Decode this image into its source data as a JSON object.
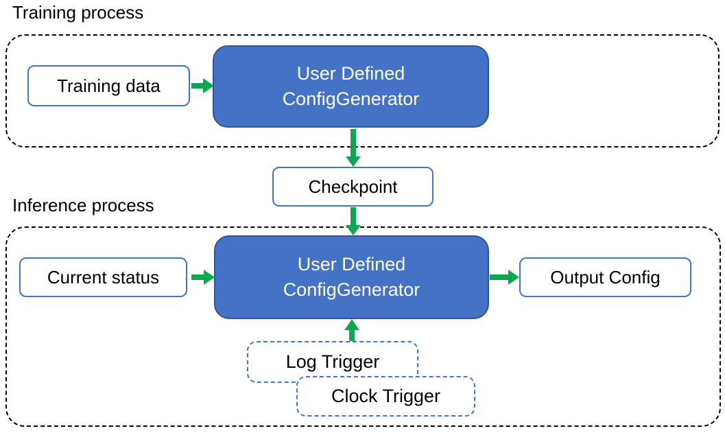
{
  "training": {
    "label": "Training process",
    "input": "Training data",
    "generator": {
      "line1": "User Defined",
      "line2": "ConfigGenerator"
    }
  },
  "checkpoint": {
    "label": "Checkpoint"
  },
  "inference": {
    "label": "Inference process",
    "input": "Current status",
    "generator": {
      "line1": "User Defined",
      "line2": "ConfigGenerator"
    },
    "output": "Output Config",
    "triggers": {
      "log": "Log Trigger",
      "clock": "Clock Trigger"
    }
  },
  "connections": [
    {
      "from": "training-data-box",
      "to": "training-generator-box"
    },
    {
      "from": "training-generator-box",
      "to": "checkpoint-box"
    },
    {
      "from": "checkpoint-box",
      "to": "inference-generator-box"
    },
    {
      "from": "current-status-box",
      "to": "inference-generator-box"
    },
    {
      "from": "inference-generator-box",
      "to": "output-config-box"
    },
    {
      "from": "log-trigger-box",
      "to": "inference-generator-box"
    }
  ],
  "colors": {
    "generator_fill": "#4472C4",
    "generator_border": "#2F5597",
    "generator_text": "#FFFFFF",
    "box_border": "#4472C4",
    "trigger_border": "#4472C4",
    "container_border": "#000000",
    "arrow": "#0CA750",
    "text": "#000000"
  }
}
